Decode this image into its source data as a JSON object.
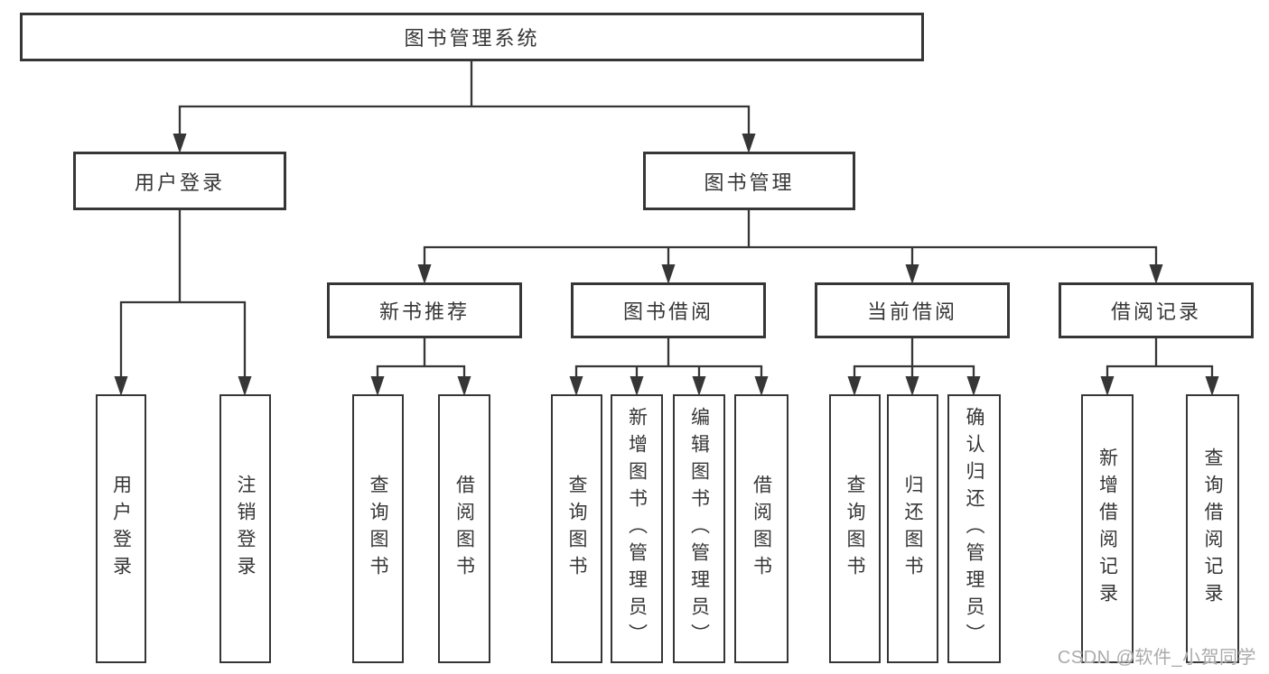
{
  "tree": {
    "root": "图书管理系统",
    "branches": [
      {
        "label": "用户登录",
        "children": [
          "用户登录",
          "注销登录"
        ]
      },
      {
        "label": "图书管理",
        "sections": [
          {
            "label": "新书推荐",
            "children": [
              "查询图书",
              "借阅图书"
            ]
          },
          {
            "label": "图书借阅",
            "children": [
              "查询图书",
              "新增图书（管理员）",
              "编辑图书（管理员）",
              "借阅图书"
            ]
          },
          {
            "label": "当前借阅",
            "children": [
              "查询图书",
              "归还图书",
              "确认归还（管理员）"
            ]
          },
          {
            "label": "借阅记录",
            "children": [
              "新增借阅记录",
              "查询借阅记录"
            ]
          }
        ]
      }
    ]
  },
  "watermark": "CSDN @软件_小贺同学",
  "colors": {
    "line": "#363636",
    "text": "#363636",
    "watermark": "#ababab",
    "background": "#ffffff"
  }
}
